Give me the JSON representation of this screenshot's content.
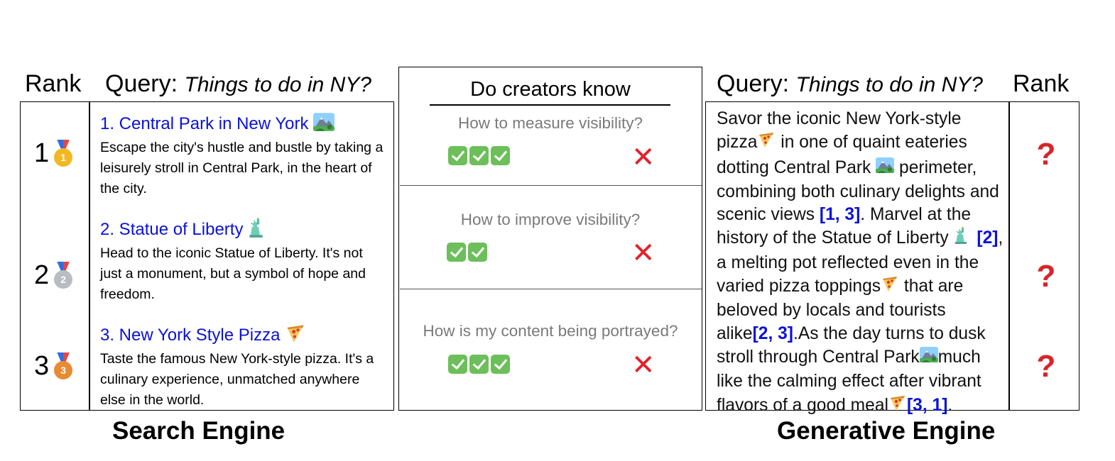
{
  "search": {
    "rank_header": "Rank",
    "query_label": "Query:",
    "query_text": "Things to do in NY?",
    "results": [
      {
        "title": "1. Central Park in New York",
        "icon": "park-icon",
        "body": "Escape the city's hustle and bustle by taking a leisurely stroll in Central Park, in the heart of the city.",
        "rank": "1",
        "medal": "1",
        "medal_name": "gold-medal-icon",
        "medal_color": "#f2b824"
      },
      {
        "title": "2. Statue of Liberty",
        "icon": "statue-of-liberty-icon",
        "body": "Head to the iconic Statue of Liberty. It's not just a monument, but a symbol of hope and freedom.",
        "rank": "2",
        "medal": "2",
        "medal_name": "silver-medal-icon",
        "medal_color": "#b9bcc2"
      },
      {
        "title": "3. New York Style Pizza",
        "icon": "pizza-icon",
        "body": "Taste the famous New York-style pizza. It's a culinary experience, unmatched anywhere else in the world.",
        "rank": "3",
        "medal": "3",
        "medal_name": "bronze-medal-icon",
        "medal_color": "#e88a32"
      }
    ],
    "footer": "Search Engine"
  },
  "middle": {
    "title": "Do creators know",
    "questions": [
      {
        "text": "How to measure visibility?",
        "checks": 3
      },
      {
        "text": "How to improve visibility?",
        "checks": 2
      },
      {
        "text": "How is my content being portrayed?",
        "checks": 3
      }
    ]
  },
  "generative": {
    "query_label": "Query:",
    "query_text": "Things to do in NY?",
    "rank_header": "Rank",
    "answer": [
      {
        "t": "text",
        "v": "Savor the iconic New York-style pizza"
      },
      {
        "t": "icon",
        "v": "pizza-icon"
      },
      {
        "t": "text",
        "v": " in one of quaint eateries dotting Central Park "
      },
      {
        "t": "icon",
        "v": "park-icon"
      },
      {
        "t": "text",
        "v": " perimeter, combining both culinary delights and scenic views "
      },
      {
        "t": "cite",
        "v": "[1, 3]"
      },
      {
        "t": "text",
        "v": ". Marvel at the history of the Statue of Liberty "
      },
      {
        "t": "icon",
        "v": "statue-of-liberty-icon"
      },
      {
        "t": "text",
        "v": " "
      },
      {
        "t": "cite",
        "v": "[2]"
      },
      {
        "t": "text",
        "v": ", a melting pot reflected even in the varied pizza toppings"
      },
      {
        "t": "icon",
        "v": "pizza-icon"
      },
      {
        "t": "text",
        "v": " that are beloved by locals and tourists alike"
      },
      {
        "t": "cite",
        "v": "[2, 3]"
      },
      {
        "t": "text",
        "v": ".As the day turns to dusk stroll through Central Park"
      },
      {
        "t": "icon",
        "v": "park-icon"
      },
      {
        "t": "text",
        "v": "much like the calming effect after vibrant flavors of a good meal"
      },
      {
        "t": "icon",
        "v": "pizza-icon"
      },
      {
        "t": "cite",
        "v": "[3, 1]"
      },
      {
        "t": "text",
        "v": "."
      }
    ],
    "ranks": [
      "?",
      "?",
      "?"
    ],
    "footer": "Generative Engine"
  },
  "colors": {
    "link": "#0a12d8",
    "cross": "#e2232a",
    "check": "#6cbf5a",
    "question": "#d5262b"
  }
}
